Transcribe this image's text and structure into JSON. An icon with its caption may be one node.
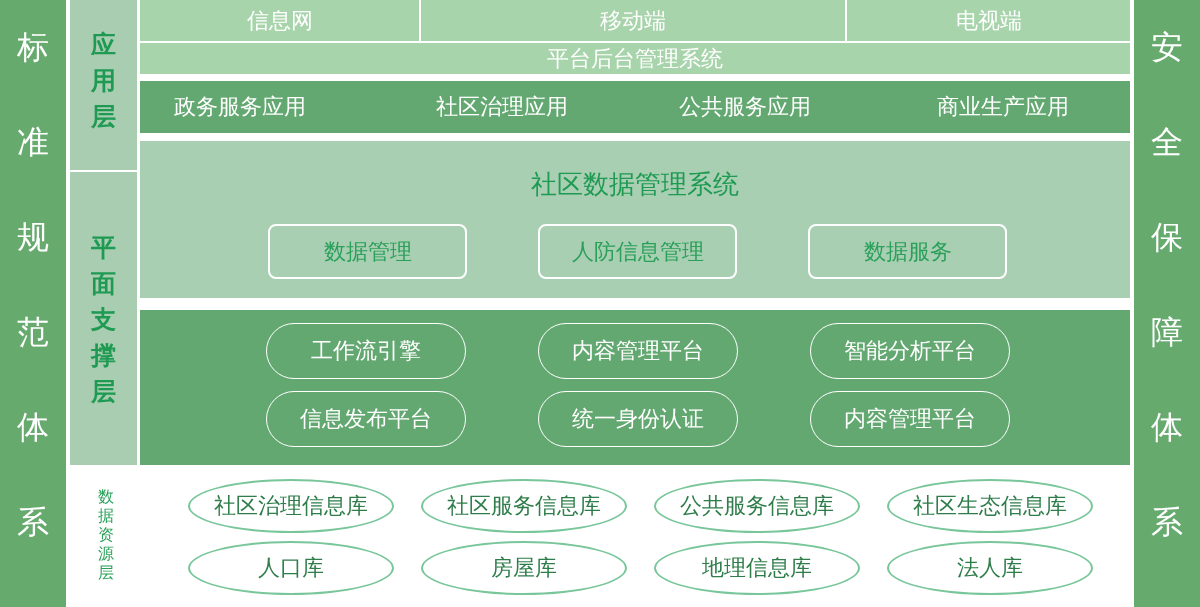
{
  "diagram": {
    "nodes": [
      {
        "text": [
          "标准规范体系"
        ]
      },
      {
        "text": [
          "应用层"
        ]
      },
      {
        "text": [
          "平面支撑层"
        ]
      },
      {
        "text": [
          "信息网"
        ]
      },
      {
        "text": [
          "移动端"
        ]
      },
      {
        "text": [
          "电视端"
        ]
      },
      {
        "text": [
          "平台后台管理系统"
        ]
      },
      {
        "text": [
          "政务服务应用",
          "社区治理应用",
          "公共服务应用",
          "商业生产应用"
        ]
      },
      {
        "text": [
          "社区数据管理系统"
        ]
      },
      {
        "text": [
          "数据管理"
        ],
        "in": 8
      },
      {
        "text": [
          "人防信息管理"
        ],
        "in": 8
      },
      {
        "text": [
          "数据服务"
        ],
        "in": 8
      },
      {
        "text": [],
        "shape": "box"
      },
      {
        "text": [
          "工作流引擎"
        ],
        "in": 12
      },
      {
        "text": [
          "内容管理平台"
        ],
        "in": 12
      },
      {
        "text": [
          "智能分析平台"
        ],
        "in": 12
      },
      {
        "text": [
          "信息发布平台"
        ],
        "in": 12
      },
      {
        "text": [
          "统一身份认证"
        ],
        "in": 12
      },
      {
        "text": [
          "内容管理平台"
        ],
        "in": 12
      },
      {
        "text": [
          "社区治理信息库"
        ]
      },
      {
        "text": [
          "社区服务信息库"
        ]
      },
      {
        "text": [
          "公共服务信息库"
        ]
      },
      {
        "text": [
          "社区生态信息库"
        ]
      },
      {
        "text": [
          "人口库"
        ]
      },
      {
        "text": [
          "房屋库"
        ]
      },
      {
        "text": [
          "地理信息库"
        ]
      },
      {
        "text": [
          "法人库"
        ]
      },
      {
        "text": [
          "安全保障体系"
        ]
      }
    ],
    "labels": [
      "数据资源层"
    ]
  }
}
